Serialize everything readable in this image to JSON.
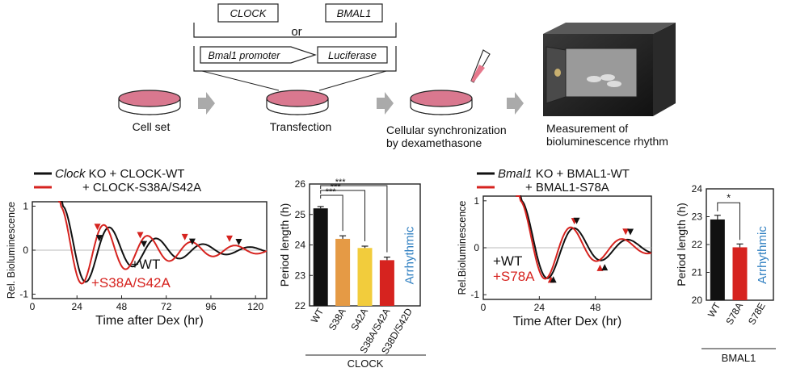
{
  "workflow": {
    "constructs": {
      "gene1": "CLOCK",
      "or": "or",
      "gene2": "BMAL1",
      "promoter": "Bmal1 promoter",
      "reporter": "Luciferase"
    },
    "steps": [
      {
        "label": "Cell set"
      },
      {
        "label": "Transfection"
      },
      {
        "label": "Cellular synchronization",
        "label2": "by dexamethasone"
      },
      {
        "label": "Measurement of",
        "label2": "bioluminescence rhythm"
      }
    ]
  },
  "colors": {
    "wt": "#111111",
    "mutant": "#d6231f",
    "s38a": "#e59a45",
    "s42a": "#f2cc3c",
    "dbl": "#d6231f",
    "arrhythmic": "#2f7fc1",
    "dish": "#d9788f"
  },
  "icons": [
    "dish-icon",
    "pipette-icon",
    "arrow-right-icon",
    "luminometer-icon"
  ],
  "chart_data": [
    {
      "type": "line",
      "legend": {
        "prefix_italic": "Clock",
        "wt": " KO + CLOCK-WT",
        "mut": "+ CLOCK-S38A/S42A"
      },
      "inlabels": {
        "wt": "+WT",
        "mut": "+S38A/S42A"
      },
      "xlabel": "Time after Dex (hr)",
      "ylabel": "Rel. Bioluminescence",
      "xlim": [
        0,
        126
      ],
      "ylim": [
        -1.1,
        1.1
      ],
      "xticks": [
        "0",
        "24",
        "48",
        "72",
        "96",
        "120"
      ],
      "yticks": [
        "1",
        "0",
        "-1"
      ],
      "series": [
        {
          "key": "wt",
          "amp": 1.0,
          "period": 25.2,
          "tstart": 16.5,
          "decay": 38
        },
        {
          "key": "mut",
          "amp": 1.0,
          "period": 23.5,
          "tstart": 15.2,
          "decay": 42
        }
      ],
      "peaks_wt": [
        36,
        60,
        86,
        111
      ],
      "peaks_mut": [
        35,
        58,
        82,
        106
      ],
      "troughs_wt": [],
      "troughs_mut": []
    },
    {
      "type": "bar",
      "categories": [
        "WT",
        "S38A",
        "S42A",
        "S38A/S42A",
        "S38D/S42D"
      ],
      "values": [
        25.2,
        24.2,
        23.9,
        23.5,
        null
      ],
      "errors": [
        0.06,
        0.1,
        0.06,
        0.1,
        null
      ],
      "barcolors": [
        "#111111",
        "#e59a45",
        "#f2cc3c",
        "#d6231f",
        null
      ],
      "ylabel": "Period length (h)",
      "ylim": [
        22,
        26
      ],
      "yticks": [
        "22",
        "23",
        "24",
        "25",
        "26"
      ],
      "note": "Arrhythmic",
      "group": "CLOCK",
      "sig": [
        "***",
        "***",
        "***"
      ]
    },
    {
      "type": "line",
      "legend": {
        "prefix_italic": "Bmal1",
        "wt": " KO + BMAL1-WT",
        "mut": "+ BMAL1-S78A"
      },
      "inlabels": {
        "wt": "+WT",
        "mut": "+S78A"
      },
      "xlabel": "Time After Dex (hr)",
      "ylabel": "Rel.Bioluminescence",
      "xlim": [
        0,
        72
      ],
      "ylim": [
        -1.1,
        1.1
      ],
      "xticks": [
        "0",
        "24",
        "48"
      ],
      "yticks": [
        "1",
        "0",
        "-1"
      ],
      "series": [
        {
          "key": "wt",
          "amp": 1.0,
          "period": 22.9,
          "tstart": 16.5,
          "decay": 26
        },
        {
          "key": "mut",
          "amp": 1.0,
          "period": 21.9,
          "tstart": 16.0,
          "decay": 26
        }
      ],
      "peaks_wt": [
        40,
        63
      ],
      "peaks_mut": [
        39,
        61
      ],
      "troughs_wt": [
        30,
        52
      ],
      "troughs_mut": [
        29,
        50
      ]
    },
    {
      "type": "bar",
      "categories": [
        "WT",
        "S78A",
        "S78E"
      ],
      "values": [
        22.9,
        21.9,
        null
      ],
      "errors": [
        0.15,
        0.12,
        null
      ],
      "barcolors": [
        "#111111",
        "#d6231f",
        null
      ],
      "ylabel": "Period length (h)",
      "ylim": [
        20,
        24
      ],
      "yticks": [
        "20",
        "21",
        "22",
        "23",
        "24"
      ],
      "note": "Arrhythmic",
      "group": "BMAL1",
      "sig": [
        "*"
      ]
    }
  ]
}
